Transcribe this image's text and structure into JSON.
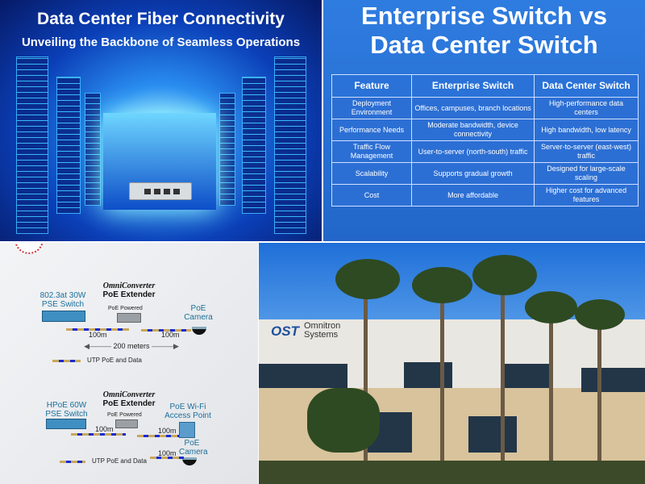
{
  "fiber": {
    "title": "Data Center Fiber Connectivity",
    "subtitle": "Unveiling the Backbone of Seamless Operations"
  },
  "comparison": {
    "title_line1": "Enterprise Switch vs",
    "title_line2": "Data Center Switch",
    "headers": [
      "Feature",
      "Enterprise Switch",
      "Data Center Switch"
    ],
    "rows": [
      [
        "Deployment Environment",
        "Offices, campuses, branch locations",
        "High-performance data centers"
      ],
      [
        "Performance Needs",
        "Moderate bandwidth, device connectivity",
        "High bandwidth, low latency"
      ],
      [
        "Traffic Flow Management",
        "User-to-server (north-south) traffic",
        "Server-to-server (east-west) traffic"
      ],
      [
        "Scalability",
        "Supports gradual growth",
        "Designed for large-scale scaling"
      ],
      [
        "Cost",
        "More affordable",
        "Higher cost for advanced features"
      ]
    ]
  },
  "poe": {
    "top": {
      "switch": "802.3at 30W PSE Switch",
      "brand": "OmniConverter",
      "product": "PoE Extender",
      "powered": "PoE Powered",
      "device": "PoE Camera",
      "seg1": "100m",
      "seg2": "100m",
      "total": "200 meters",
      "legend": "UTP PoE and Data"
    },
    "bottom": {
      "switch": "HPoE 60W PSE Switch",
      "brand": "OmniConverter",
      "product": "PoE Extender",
      "powered": "PoE Powered",
      "ap": "PoE Wi-Fi Access Point",
      "camera": "PoE Camera",
      "seg1": "100m",
      "seg2": "100m",
      "seg3": "100m",
      "legend": "UTP PoE and Data"
    }
  },
  "building": {
    "logo": "OST",
    "sign_line1": "Omnitron",
    "sign_line2": "Systems"
  }
}
